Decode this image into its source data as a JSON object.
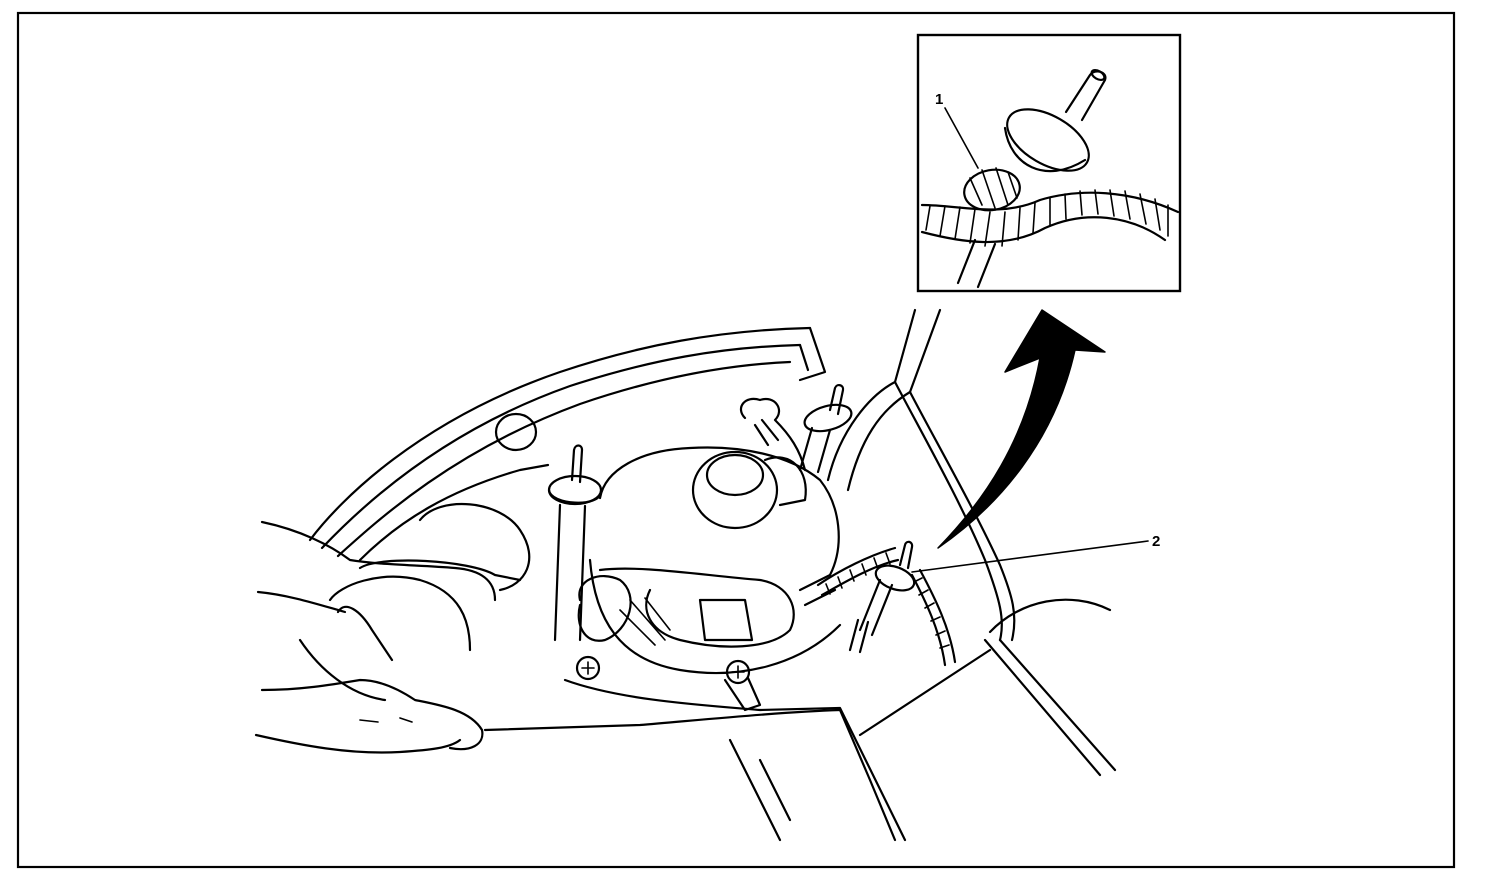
{
  "diagram": {
    "callouts": [
      {
        "id": "callout-1",
        "label": "1"
      },
      {
        "id": "callout-2",
        "label": "2"
      }
    ],
    "colors": {
      "line": "#000000",
      "background": "#ffffff"
    }
  }
}
